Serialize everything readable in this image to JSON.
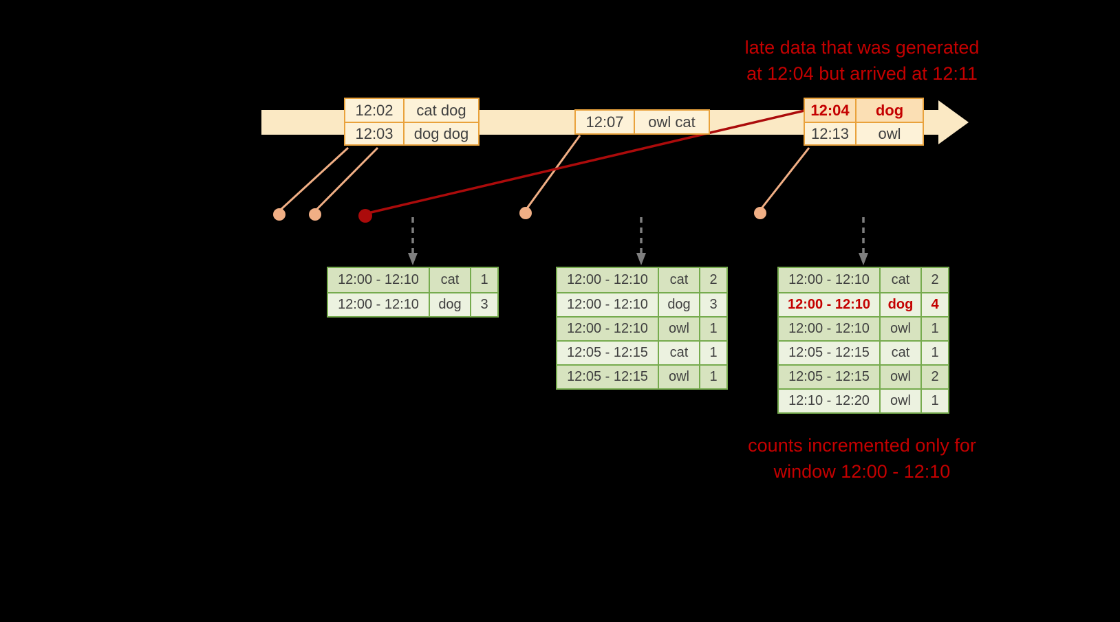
{
  "colors": {
    "background": "#000000",
    "note_red": "#c40000",
    "timeline_arrow": "#fbe9c4",
    "event_border": "#e9a23c",
    "event_fill": "#fdf2d8",
    "late_event_fill": "#fbdfb4",
    "event_text": "#404040",
    "late_text": "#c40000",
    "connector": "#f1af85",
    "late_connector": "#ab0b0b",
    "dashed_arrow": "#7f7f7f",
    "table_border": "#76ab4e",
    "table_row_dark": "#d7e3bf",
    "table_row_light": "#ecf2e0",
    "table_text": "#3f3f3f"
  },
  "notes": {
    "late_data": {
      "line1": "late data that was generated",
      "line2": "at 12:04 but arrived at 12:11"
    },
    "counts": {
      "line1": "counts incremented only for",
      "line2": "window 12:00 - 12:10"
    }
  },
  "timeline_events": [
    {
      "id": "events-1202-1203",
      "rows": [
        {
          "time": "12:02",
          "words": "cat dog",
          "late": false
        },
        {
          "time": "12:03",
          "words": "dog dog",
          "late": false
        }
      ]
    },
    {
      "id": "events-1207",
      "rows": [
        {
          "time": "12:07",
          "words": "owl cat",
          "late": false
        }
      ]
    },
    {
      "id": "events-1204-1213",
      "rows": [
        {
          "time": "12:04",
          "words": "dog",
          "late": true
        },
        {
          "time": "12:13",
          "words": "owl",
          "late": false
        }
      ]
    }
  ],
  "result_tables": [
    {
      "id": "result-table-1",
      "rows": [
        {
          "window": "12:00 - 12:10",
          "word": "cat",
          "count": "1",
          "highlight": false
        },
        {
          "window": "12:00 - 12:10",
          "word": "dog",
          "count": "3",
          "highlight": false
        }
      ]
    },
    {
      "id": "result-table-2",
      "rows": [
        {
          "window": "12:00 - 12:10",
          "word": "cat",
          "count": "2",
          "highlight": false
        },
        {
          "window": "12:00 - 12:10",
          "word": "dog",
          "count": "3",
          "highlight": false
        },
        {
          "window": "12:00 - 12:10",
          "word": "owl",
          "count": "1",
          "highlight": false
        },
        {
          "window": "12:05 - 12:15",
          "word": "cat",
          "count": "1",
          "highlight": false
        },
        {
          "window": "12:05 - 12:15",
          "word": "owl",
          "count": "1",
          "highlight": false
        }
      ]
    },
    {
      "id": "result-table-3",
      "rows": [
        {
          "window": "12:00 - 12:10",
          "word": "cat",
          "count": "2",
          "highlight": false
        },
        {
          "window": "12:00 - 12:10",
          "word": "dog",
          "count": "4",
          "highlight": true
        },
        {
          "window": "12:00 - 12:10",
          "word": "owl",
          "count": "1",
          "highlight": false
        },
        {
          "window": "12:05 - 12:15",
          "word": "cat",
          "count": "1",
          "highlight": false
        },
        {
          "window": "12:05 - 12:15",
          "word": "owl",
          "count": "2",
          "highlight": false
        },
        {
          "window": "12:10 - 12:20",
          "word": "owl",
          "count": "1",
          "highlight": false
        }
      ]
    }
  ]
}
